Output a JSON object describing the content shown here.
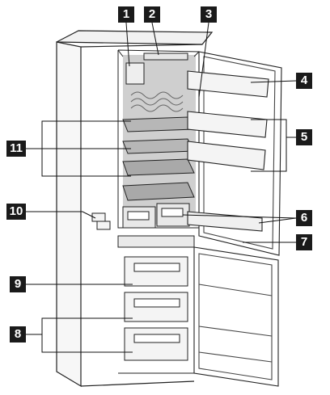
{
  "callouts": {
    "c1": "1",
    "c2": "2",
    "c3": "3",
    "c4": "4",
    "c5": "5",
    "c6": "6",
    "c7": "7",
    "c8": "8",
    "c9": "9",
    "c10": "10",
    "c11": "11"
  },
  "colors": {
    "outline": "#222222",
    "badge_fill": "#1a1a1a",
    "badge_text": "#ffffff",
    "cabinet_tint": "#f2f2f2",
    "shelf_glass": "#9a9a9a",
    "interior_shadow": "#c8c8c8"
  }
}
